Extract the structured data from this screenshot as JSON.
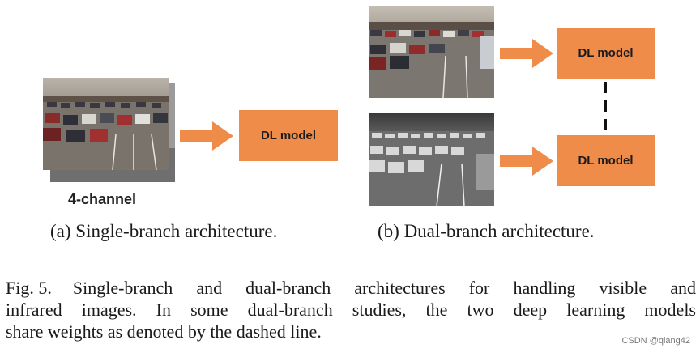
{
  "panel_a": {
    "model_label": "DL model",
    "input_label": "4-channel",
    "caption": "(a) Single-branch architecture."
  },
  "panel_b": {
    "top_model_label": "DL model",
    "bottom_model_label": "DL model",
    "caption": "(b) Dual-branch architecture."
  },
  "figure": {
    "label": "Fig. 5.",
    "text_line1": "Single-branch and dual-branch architectures for handling visible and",
    "text_line2": "infrared images. In some dual-branch studies, the two deep learning models",
    "text_line3": "share weights as denoted by the dashed line."
  },
  "watermark": "CSDN @qiang42",
  "colors": {
    "model_box": "#ef8c4a",
    "arrow": "#ef8c4a",
    "dashed_line": "#111111"
  }
}
